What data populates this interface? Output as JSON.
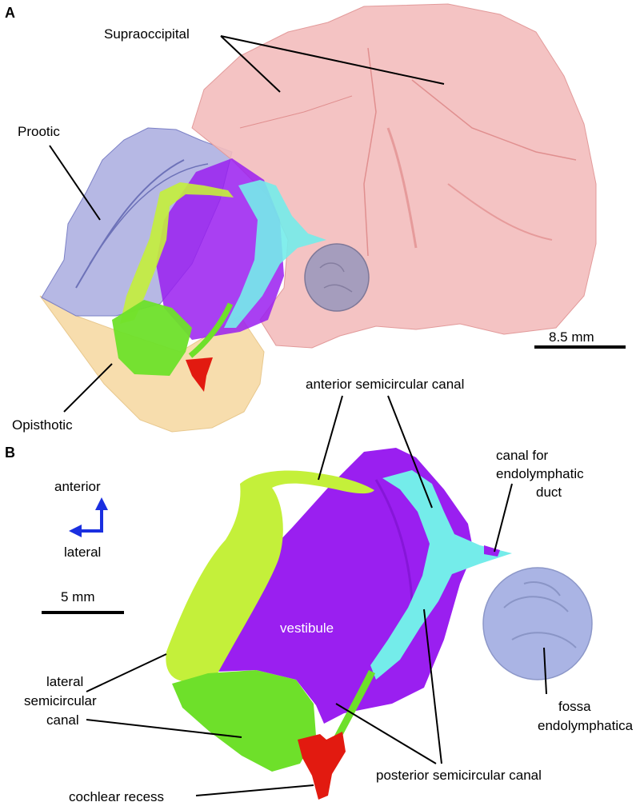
{
  "panel_a": {
    "letter": "A",
    "labels": {
      "supraoccipital": "Supraoccipital",
      "prootic": "Prootic",
      "opisthotic": "Opisthotic"
    },
    "scale_label": "8.5 mm"
  },
  "panel_b": {
    "letter": "B",
    "labels": {
      "anterior_semicircular_canal": "anterior semicircular canal",
      "canal_endolymphatic_line1": "canal for",
      "canal_endolymphatic_line2": "endolymphatic",
      "canal_endolymphatic_line3": "duct",
      "vestibule": "vestibule",
      "fossa_line1": "fossa",
      "fossa_line2": "endolymphatica",
      "lateral_line1": "lateral",
      "lateral_line2": "semicircular",
      "lateral_line3": "canal",
      "posterior_semicircular_canal": "posterior semicircular canal",
      "cochlear_recess": "cochlear recess"
    },
    "orientation": {
      "up": "anterior",
      "left": "lateral"
    },
    "scale_label": "5 mm"
  },
  "colors": {
    "supraoccipital": "#f3bcbc",
    "prootic": "#a9acdf",
    "opisthotic": "#f7ddad",
    "vestibule": "#9a1ff0",
    "endolymphatic_duct": "#74ecea",
    "lateral_canal": "#c4f03a",
    "posterior_canal": "#6ee02a",
    "cochlear": "#e21a10",
    "fossa": "#aab4e4",
    "orientation_arrows": "#1a2fe0"
  }
}
